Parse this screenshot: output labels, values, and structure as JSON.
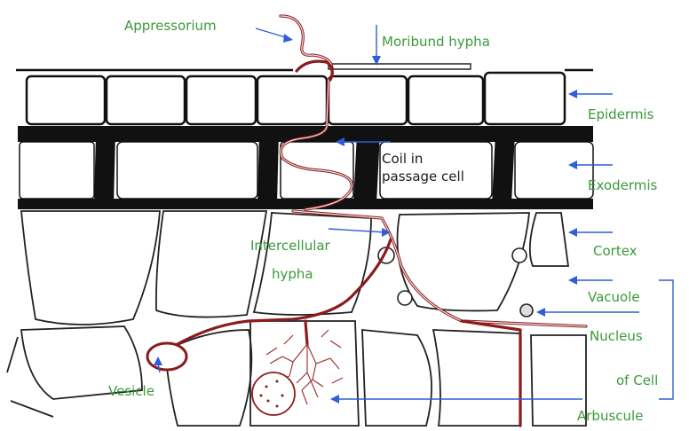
{
  "labels": {
    "appressorium": "Appressorium",
    "moribund_hypha": "Moribund hypha",
    "epidermis": "Epidermis",
    "coil_line1": "Coil in",
    "coil_line2": "passage cell",
    "exodermis": "Exodermis",
    "intercellular_line1": "Intercellular",
    "intercellular_line2": "hypha",
    "cortex": "Cortex",
    "vacuole": "Vacuole",
    "nucleus": "Nucleus",
    "of_cell": "of Cell",
    "vesicle": "Vesicle",
    "arbuscule": "Arbuscule"
  },
  "colors": {
    "label_text": "#3a9a3a",
    "arrows": "#2f5fd6",
    "hypha": "#8a1c1c",
    "cell_walls": "#111111"
  }
}
